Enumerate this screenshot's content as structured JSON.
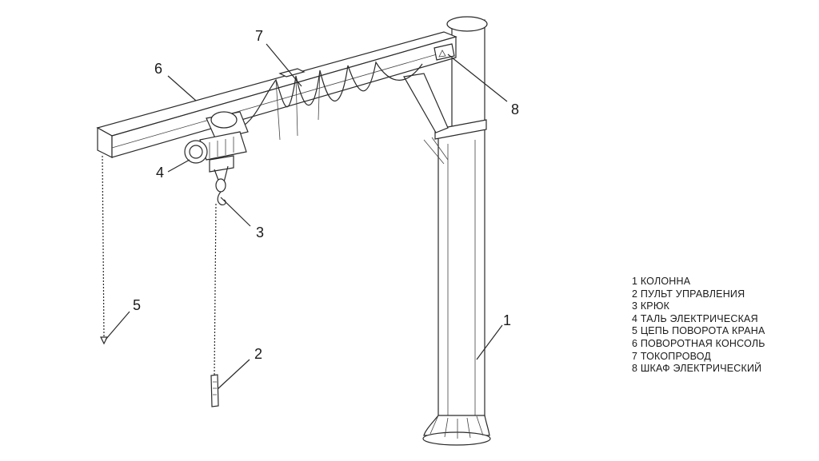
{
  "callouts": [
    {
      "num": "1"
    },
    {
      "num": "2"
    },
    {
      "num": "3"
    },
    {
      "num": "4"
    },
    {
      "num": "5"
    },
    {
      "num": "6"
    },
    {
      "num": "7"
    },
    {
      "num": "8"
    }
  ],
  "legend": [
    "1 КОЛОННА",
    "2 ПУЛЬТ УПРАВЛЕНИЯ",
    "3 КРЮК",
    "4 ТАЛЬ ЭЛЕКТРИЧЕСКАЯ",
    "5 ЦЕПЬ ПОВОРОТА КРАНА",
    "6 ПОВОРОТНАЯ КОНСОЛЬ",
    "7 ТОКОПРОВОД",
    "8 ШКАФ ЭЛЕКТРИЧЕСКИЙ"
  ]
}
